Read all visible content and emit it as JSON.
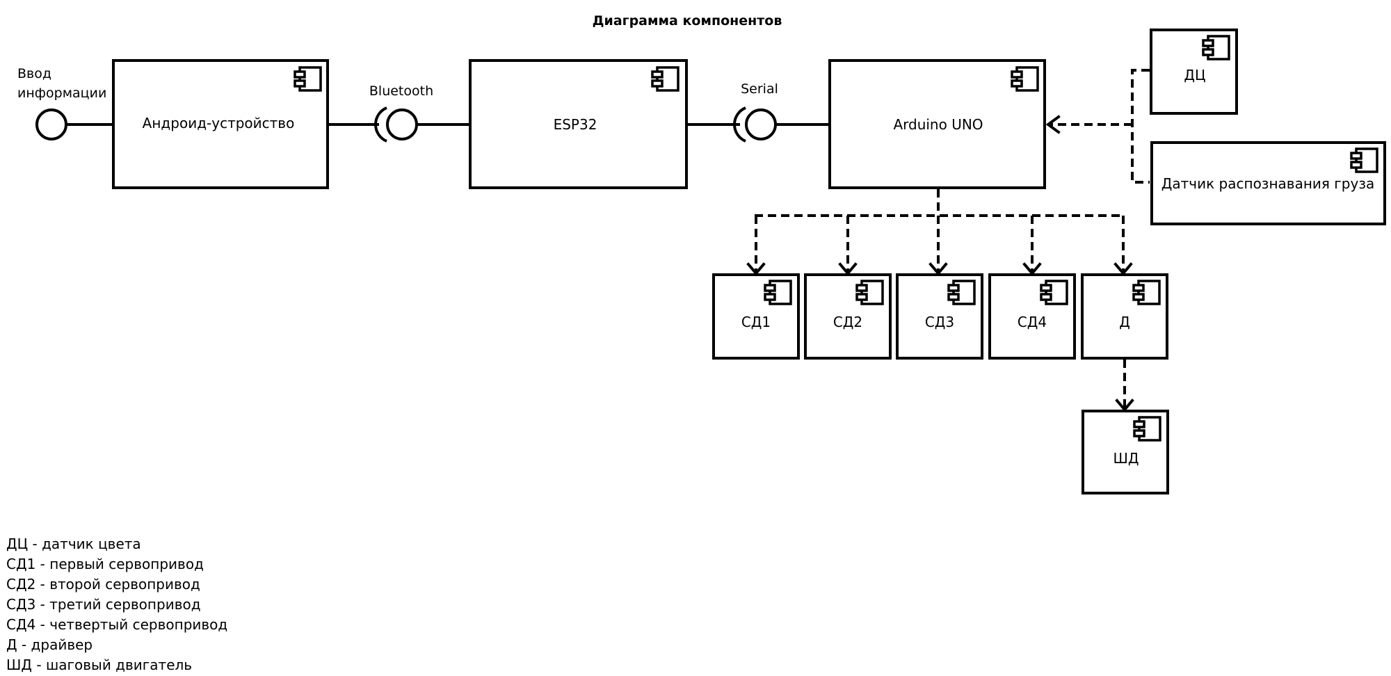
{
  "title": "Диаграмма компонентов",
  "actor": {
    "label_line1": "Ввод",
    "label_line2": "информации"
  },
  "interfaces": {
    "bluetooth": "Bluetooth",
    "serial": "Serial"
  },
  "components": {
    "android": "Андроид-устройство",
    "esp32": "ESP32",
    "arduino": "Arduino UNO",
    "dc": "ДЦ",
    "load_sensor": "Датчик распознавания груза",
    "sd1": "СД1",
    "sd2": "СД2",
    "sd3": "СД3",
    "sd4": "СД4",
    "d": "Д",
    "shd": "ШД"
  },
  "legend": [
    "ДЦ - датчик цвета",
    "СД1 - первый сервопривод",
    "СД2 - второй сервопривод",
    "СД3 - третий сервопривод",
    "СД4 - четвертый сервопривод",
    "Д - драйвер",
    "ШД - шаговый двигатель"
  ],
  "icons": {
    "component": "component-icon",
    "interface": "lollipop-icon",
    "required_interface": "socket-icon"
  }
}
